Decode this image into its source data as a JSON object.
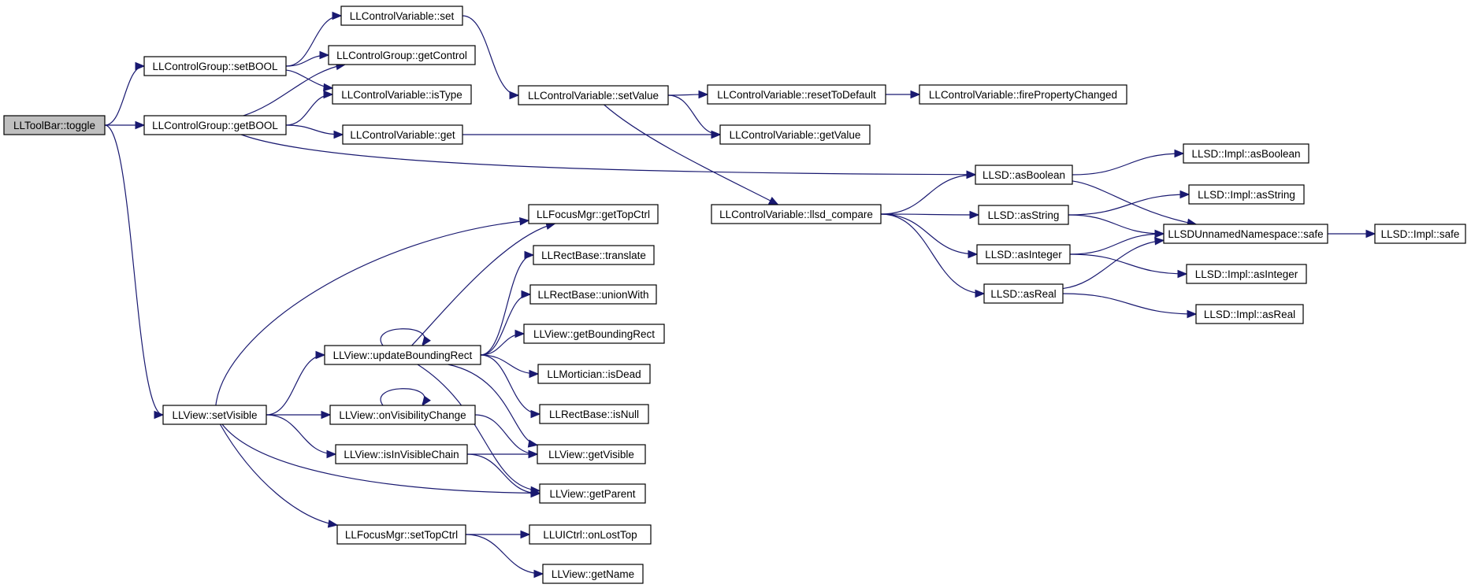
{
  "colors": {
    "edge": "#191970",
    "node_fill": "#ffffff",
    "root_fill": "#bfbfbf",
    "node_border": "#000000"
  },
  "nodes": [
    {
      "id": "toolbar_toggle",
      "label": "LLToolBar::toggle",
      "root": true
    },
    {
      "id": "cg_setbool",
      "label": "LLControlGroup::setBOOL"
    },
    {
      "id": "cg_getbool",
      "label": "LLControlGroup::getBOOL"
    },
    {
      "id": "cv_set",
      "label": "LLControlVariable::set"
    },
    {
      "id": "cg_getcontrol",
      "label": "LLControlGroup::getControl"
    },
    {
      "id": "cv_istype",
      "label": "LLControlVariable::isType"
    },
    {
      "id": "cv_get",
      "label": "LLControlVariable::get"
    },
    {
      "id": "cv_setvalue",
      "label": "LLControlVariable::setValue"
    },
    {
      "id": "cv_resettodefault",
      "label": "LLControlVariable::resetToDefault"
    },
    {
      "id": "cv_firepropertychanged",
      "label": "LLControlVariable::firePropertyChanged"
    },
    {
      "id": "cv_getvalue",
      "label": "LLControlVariable::getValue"
    },
    {
      "id": "cv_llsd_compare",
      "label": "LLControlVariable::llsd_compare"
    },
    {
      "id": "llsd_asboolean",
      "label": "LLSD::asBoolean"
    },
    {
      "id": "llsd_asstring",
      "label": "LLSD::asString"
    },
    {
      "id": "llsd_asinteger",
      "label": "LLSD::asInteger"
    },
    {
      "id": "llsd_asreal",
      "label": "LLSD::asReal"
    },
    {
      "id": "impl_asboolean",
      "label": "LLSD::Impl::asBoolean"
    },
    {
      "id": "impl_asstring",
      "label": "LLSD::Impl::asString"
    },
    {
      "id": "unnamed_safe",
      "label": "LLSDUnnamedNamespace::safe"
    },
    {
      "id": "impl_safe",
      "label": "LLSD::Impl::safe"
    },
    {
      "id": "impl_asinteger",
      "label": "LLSD::Impl::asInteger"
    },
    {
      "id": "impl_asreal",
      "label": "LLSD::Impl::asReal"
    },
    {
      "id": "view_setvisible",
      "label": "LLView::setVisible"
    },
    {
      "id": "view_updateboundingrect",
      "label": "LLView::updateBoundingRect"
    },
    {
      "id": "view_onvisibilitychange",
      "label": "LLView::onVisibilityChange"
    },
    {
      "id": "view_isinvisiblechain",
      "label": "LLView::isInVisibleChain"
    },
    {
      "id": "focus_settopctrl",
      "label": "LLFocusMgr::setTopCtrl"
    },
    {
      "id": "focus_gettopctrl",
      "label": "LLFocusMgr::getTopCtrl"
    },
    {
      "id": "rect_translate",
      "label": "LLRectBase::translate"
    },
    {
      "id": "rect_unionwith",
      "label": "LLRectBase::unionWith"
    },
    {
      "id": "view_getboundingrect",
      "label": "LLView::getBoundingRect"
    },
    {
      "id": "mortician_isdead",
      "label": "LLMortician::isDead"
    },
    {
      "id": "rect_isnull",
      "label": "LLRectBase::isNull"
    },
    {
      "id": "view_getvisible",
      "label": "LLView::getVisible"
    },
    {
      "id": "view_getparent",
      "label": "LLView::getParent"
    },
    {
      "id": "uictrl_onlosttop",
      "label": "LLUICtrl::onLostTop"
    },
    {
      "id": "view_getname",
      "label": "LLView::getName"
    }
  ],
  "edges": [
    [
      "toolbar_toggle",
      "cg_setbool"
    ],
    [
      "toolbar_toggle",
      "cg_getbool"
    ],
    [
      "toolbar_toggle",
      "view_setvisible"
    ],
    [
      "cg_setbool",
      "cv_set"
    ],
    [
      "cg_setbool",
      "cg_getcontrol"
    ],
    [
      "cg_setbool",
      "cv_istype"
    ],
    [
      "cg_getbool",
      "cg_getcontrol"
    ],
    [
      "cg_getbool",
      "cv_istype"
    ],
    [
      "cg_getbool",
      "cv_get"
    ],
    [
      "cg_getbool",
      "llsd_asboolean"
    ],
    [
      "cv_set",
      "cv_setvalue"
    ],
    [
      "cv_get",
      "cv_getvalue"
    ],
    [
      "cv_setvalue",
      "cv_resettodefault"
    ],
    [
      "cv_setvalue",
      "cv_getvalue"
    ],
    [
      "cv_setvalue",
      "cv_llsd_compare"
    ],
    [
      "cv_resettodefault",
      "cv_firepropertychanged"
    ],
    [
      "cv_llsd_compare",
      "llsd_asboolean"
    ],
    [
      "cv_llsd_compare",
      "llsd_asstring"
    ],
    [
      "cv_llsd_compare",
      "llsd_asinteger"
    ],
    [
      "cv_llsd_compare",
      "llsd_asreal"
    ],
    [
      "llsd_asboolean",
      "impl_asboolean"
    ],
    [
      "llsd_asboolean",
      "unnamed_safe"
    ],
    [
      "llsd_asstring",
      "impl_asstring"
    ],
    [
      "llsd_asstring",
      "unnamed_safe"
    ],
    [
      "llsd_asinteger",
      "unnamed_safe"
    ],
    [
      "llsd_asinteger",
      "impl_asinteger"
    ],
    [
      "llsd_asreal",
      "unnamed_safe"
    ],
    [
      "llsd_asreal",
      "impl_asreal"
    ],
    [
      "unnamed_safe",
      "impl_safe"
    ],
    [
      "view_setvisible",
      "focus_gettopctrl"
    ],
    [
      "view_setvisible",
      "view_updateboundingrect"
    ],
    [
      "view_setvisible",
      "view_onvisibilitychange"
    ],
    [
      "view_setvisible",
      "view_isinvisiblechain"
    ],
    [
      "view_setvisible",
      "view_getparent"
    ],
    [
      "view_setvisible",
      "focus_settopctrl"
    ],
    [
      "view_updateboundingrect",
      "focus_gettopctrl"
    ],
    [
      "view_updateboundingrect",
      "rect_translate"
    ],
    [
      "view_updateboundingrect",
      "rect_unionwith"
    ],
    [
      "view_updateboundingrect",
      "view_getboundingrect"
    ],
    [
      "view_updateboundingrect",
      "mortician_isdead"
    ],
    [
      "view_updateboundingrect",
      "rect_isnull"
    ],
    [
      "view_updateboundingrect",
      "view_getvisible"
    ],
    [
      "view_updateboundingrect",
      "view_getparent"
    ],
    [
      "view_updateboundingrect",
      "view_updateboundingrect"
    ],
    [
      "view_onvisibilitychange",
      "view_getvisible"
    ],
    [
      "view_onvisibilitychange",
      "view_onvisibilitychange"
    ],
    [
      "view_isinvisiblechain",
      "view_getvisible"
    ],
    [
      "view_isinvisiblechain",
      "view_getparent"
    ],
    [
      "focus_settopctrl",
      "uictrl_onlosttop"
    ],
    [
      "focus_settopctrl",
      "view_getname"
    ]
  ]
}
